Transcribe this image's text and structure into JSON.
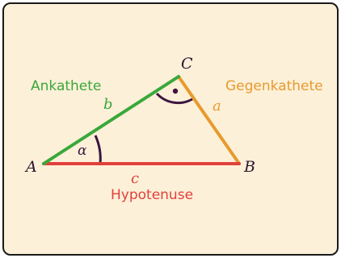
{
  "labels": {
    "ankathete": "Ankathete",
    "gegenkathete": "Gegenkathete",
    "hypotenuse": "Hypotenuse"
  },
  "vertices": {
    "A": "A",
    "B": "B",
    "C": "C"
  },
  "sides": {
    "a": "a",
    "b": "b",
    "c": "c"
  },
  "angle": {
    "alpha": "α"
  },
  "colors": {
    "background": "#fdf0d8",
    "border": "#1a1a1a",
    "ankathete": "#3aa83a",
    "gegenkathete": "#e79a2f",
    "hypotenuse": "#e0413a",
    "text": "#2b1630",
    "angle_mark": "#3b1640"
  }
}
